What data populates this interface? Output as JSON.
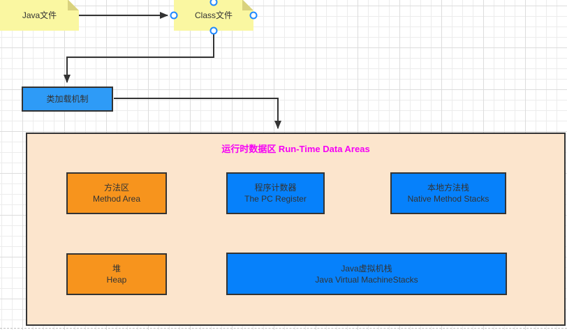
{
  "nodes": {
    "java_file": {
      "label": "Java文件"
    },
    "class_file": {
      "label": "Class文件"
    },
    "class_loader": {
      "label": "类加载机制"
    },
    "runtime_container": {
      "title": "运行时数据区 Run-Time Data Areas"
    },
    "method_area": {
      "label_zh": "方法区",
      "label_en": "Method Area"
    },
    "pc_register": {
      "label_zh": "程序计数器",
      "label_en": "The PC Register"
    },
    "native_method_stacks": {
      "label_zh": "本地方法栈",
      "label_en": "Native Method Stacks"
    },
    "heap": {
      "label_zh": "堆",
      "label_en": "Heap"
    },
    "jvm_stacks": {
      "label_zh": "Java虚拟机栈",
      "label_en": "Java Virtual MachineStacks"
    }
  },
  "colors": {
    "note_fill": "#faf7a1",
    "note_fold": "#d9d27e",
    "loader_fill": "#2e9bf7",
    "blue_fill": "#0681fb",
    "orange_fill": "#f7941d",
    "container_fill": "#fce5cd",
    "title": "#f500f5",
    "stroke": "#333333",
    "handle": "#1e88ff",
    "text": "#333333",
    "grid_minor": "#ececec",
    "grid_major": "#dcdcdc"
  }
}
